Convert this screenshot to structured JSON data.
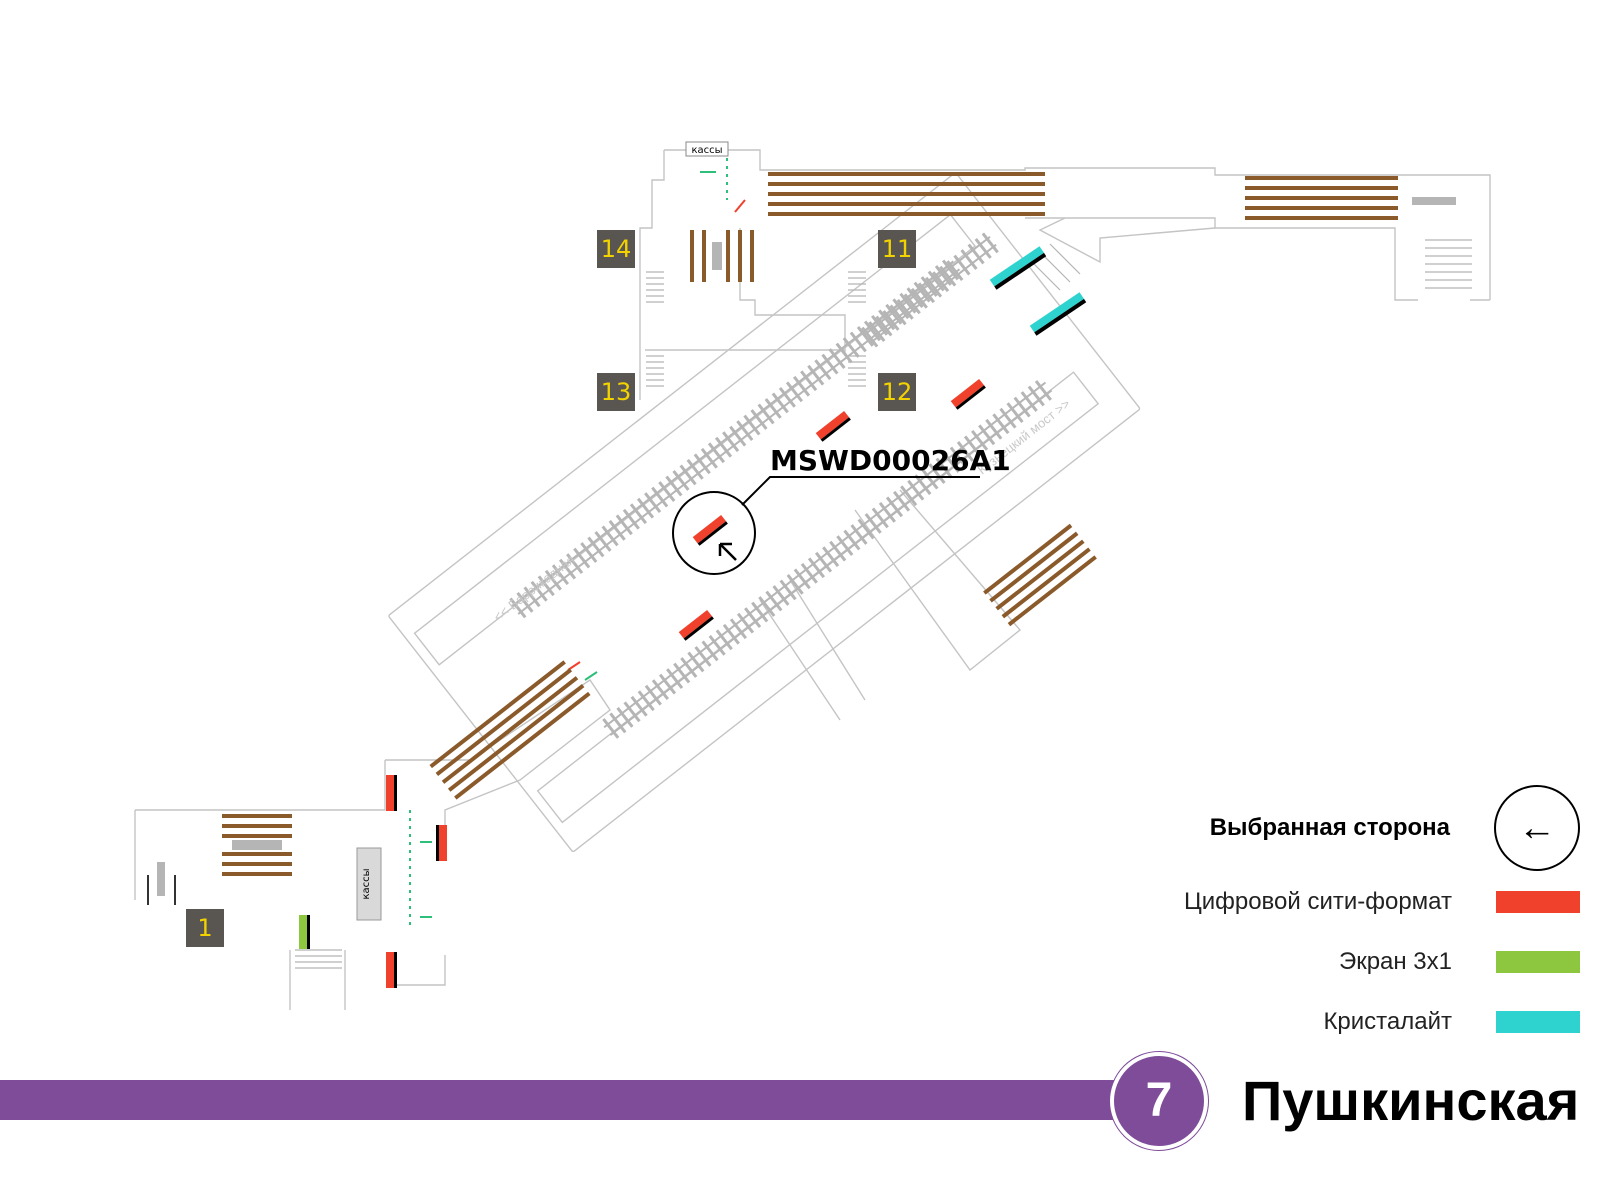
{
  "station": {
    "line_number": "7",
    "name": "Пушкинская",
    "line_color": "#7e4c99"
  },
  "map": {
    "selected_panel_code": "MSWD00026A1",
    "ticket_office_label": "кассы",
    "direction_left": "<< Баррикадная",
    "direction_right": "Кузнецкий мост >>",
    "exits": [
      "14",
      "11",
      "13",
      "12",
      "1"
    ]
  },
  "legend": {
    "selected_side": {
      "label": "Выбранная сторона",
      "icon": "arrow-left-in-circle-icon"
    },
    "items": [
      {
        "label": "Цифровой сити-формат",
        "color": "#f0412c"
      },
      {
        "label": "Экран 3х1",
        "color": "#8dc63f"
      },
      {
        "label": "Кристалайт",
        "color": "#2ed3cf"
      }
    ]
  },
  "colors": {
    "escalator": "#8b5a2b",
    "rail": "#b5b5b5",
    "outline": "#b8b8b8",
    "exit_box": "#595652",
    "exit_text": "#f2d300"
  }
}
